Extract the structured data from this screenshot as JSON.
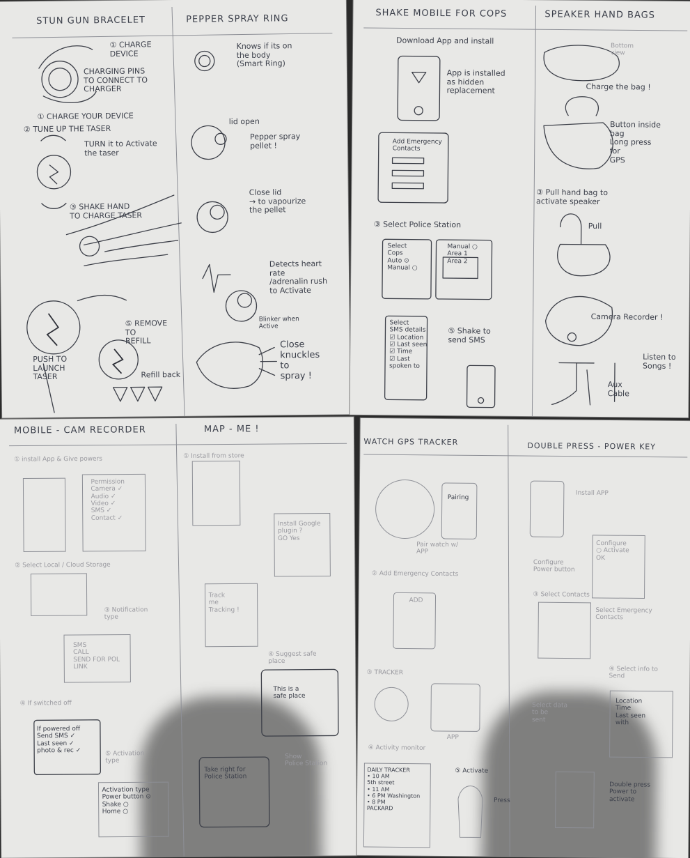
{
  "sheets": {
    "s1": {
      "col1": {
        "title": "STUN GUN BRACELET",
        "steps": [
          "① CHARGE\nDEVICE",
          "CHARGING PINS\nTO CONNECT TO\nCHARGER",
          "① CHARGE YOUR DEVICE",
          "② TUNE UP THE TASER",
          "TURN it to Activate\nthe taser",
          "③ SHAKE HAND\nTO CHARGE TASER",
          "PUSH TO\nLAUNCH\nTASER",
          "⑤ REMOVE\nTO\nREFILL",
          "Refill back"
        ]
      },
      "col2": {
        "title": "PEPPER SPRAY RING",
        "steps": [
          "Knows if its on\nthe body\n(Smart Ring)",
          "lid open",
          "Pepper spray\npellet !",
          "Close lid\n→ to vapourize\nthe pellet",
          "Detects heart\nrate\n/adrenalin rush\nto Activate",
          "Blinker when\nActive",
          "Close\nknuckles\nto\nspray !"
        ]
      }
    },
    "s2": {
      "col1": {
        "title": "SHAKE MOBILE FOR COPS",
        "steps": [
          "Download App and install",
          "App is installed\nas hidden\nreplacement",
          "Add Emergency\nContacts",
          "③ Select Police Station",
          "Select\nCops\nAuto ⊙\nManual ○",
          "Manual ○\nArea 1\nArea 2",
          "Select\nSMS details\n☑ Location\n☑ Last seen\n☑ Time\n☑ Last\nspoken to",
          "⑤ Shake to\nsend SMS"
        ]
      },
      "col2": {
        "title": "SPEAKER HAND BAGS",
        "steps": [
          "Bottom\nview",
          "Charge the bag !",
          "Button inside\nbag\nLong press\nfor\nGPS",
          "③ Pull hand bag to\nactivate speaker",
          "Pull",
          "Camera Recorder !",
          "Listen to\nSongs !",
          "Aux\nCable"
        ]
      }
    },
    "s3": {
      "col1": {
        "title": "MOBILE - CAM RECORDER",
        "steps": [
          "① install App & Give powers",
          "Permission\nCamera ✓\nAudio ✓\nVideo ✓\nSMS ✓\nContact ✓",
          "② Select Local / Cloud Storage",
          "③ Notification\ntype",
          "SMS\nCALL\nSEND FOR POL\nLINK",
          "④ If switched off",
          "If powered off\nSend SMS ✓\nLast seen ✓\nphoto & rec ✓",
          "⑤ Activation\ntype",
          "Activation type\nPower button ⊙\nShake ○\nHome ○"
        ]
      },
      "col2": {
        "title": "MAP - ME !",
        "steps": [
          "① Install from store",
          "Install Google\nplugin ?\nGO   Yes",
          "Track\nme\nTracking !",
          "④ Suggest safe\nplace",
          "This is a\nsafe place",
          "Take right for\nPolice Station",
          "Show\nPolice Station"
        ]
      }
    },
    "s4": {
      "col1": {
        "title": "WATCH GPS TRACKER",
        "steps": [
          "Pairing",
          "Pair watch w/\nAPP",
          "② Add Emergency Contacts",
          "ADD",
          "③ TRACKER",
          "APP",
          "④ Activity monitor",
          "DAILY TRACKER\n• 10 AM\n  5th street\n• 11 AM\n• 6 PM  Washington\n• 8 PM\n  PACKARD",
          "⑤ Activate",
          "Press"
        ]
      },
      "col2": {
        "title": "DOUBLE PRESS - POWER KEY",
        "steps": [
          "Install APP",
          "Configure\nPower button",
          "Configure\n○ Activate\nOK",
          "③ Select Contacts",
          "Select Emergency\nContacts",
          "④ Select info to\nSend",
          "Location\nTime\nLast seen\nwith",
          "Select data\nto be\nsent",
          "Double press\nPower to\nactivate"
        ]
      }
    }
  }
}
